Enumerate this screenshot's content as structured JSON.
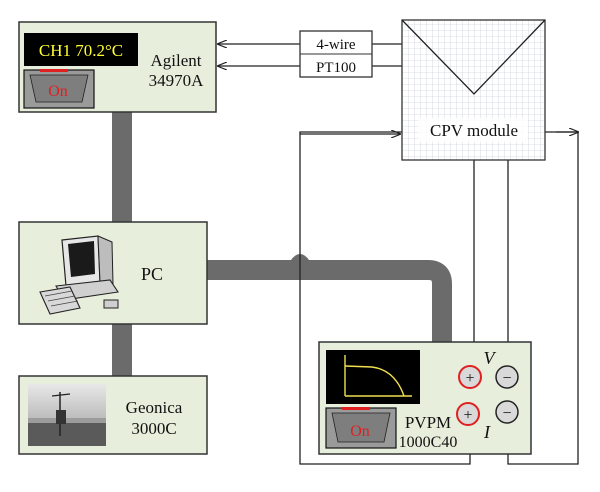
{
  "agilent": {
    "display_text": "CH1 70.2°C",
    "button_label": "On",
    "name_line1": "Agilent",
    "name_line2": "34970A"
  },
  "sensor": {
    "line1": "4-wire",
    "line2": "PT100"
  },
  "cpv": {
    "label": "CPV module"
  },
  "pc": {
    "label": "PC"
  },
  "geonica": {
    "line1": "Geonica",
    "line2": "3000C"
  },
  "pvpm": {
    "button_label": "On",
    "name_line1": "PVPM",
    "name_line2": "1000C40",
    "voltage_symbol": "V",
    "current_symbol": "I",
    "plus_symbol": "+",
    "minus_symbol": "−"
  },
  "colors": {
    "box_fill": "#e8eedc",
    "cable": "#6b6b6b",
    "display_bg": "#000000",
    "display_text": "#ffff33",
    "button_text": "#e02020",
    "curve": "#f0e050"
  }
}
